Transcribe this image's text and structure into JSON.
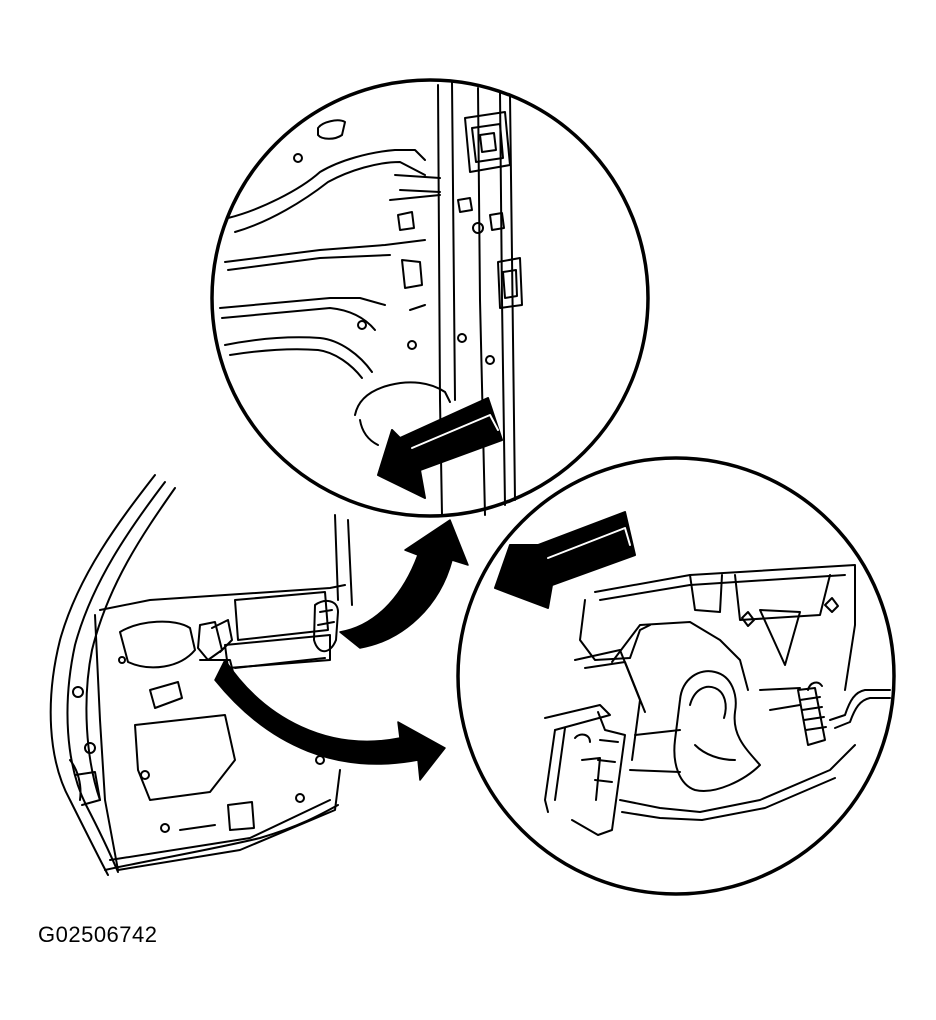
{
  "figure": {
    "id_label": "G02506742",
    "line_color": "#000000",
    "background_color": "#ffffff",
    "views": [
      "door-overview",
      "detail-circle-upper",
      "detail-circle-lower"
    ],
    "pointer_icons": [
      "curved-arrow-icon",
      "block-arrow-icon"
    ]
  }
}
